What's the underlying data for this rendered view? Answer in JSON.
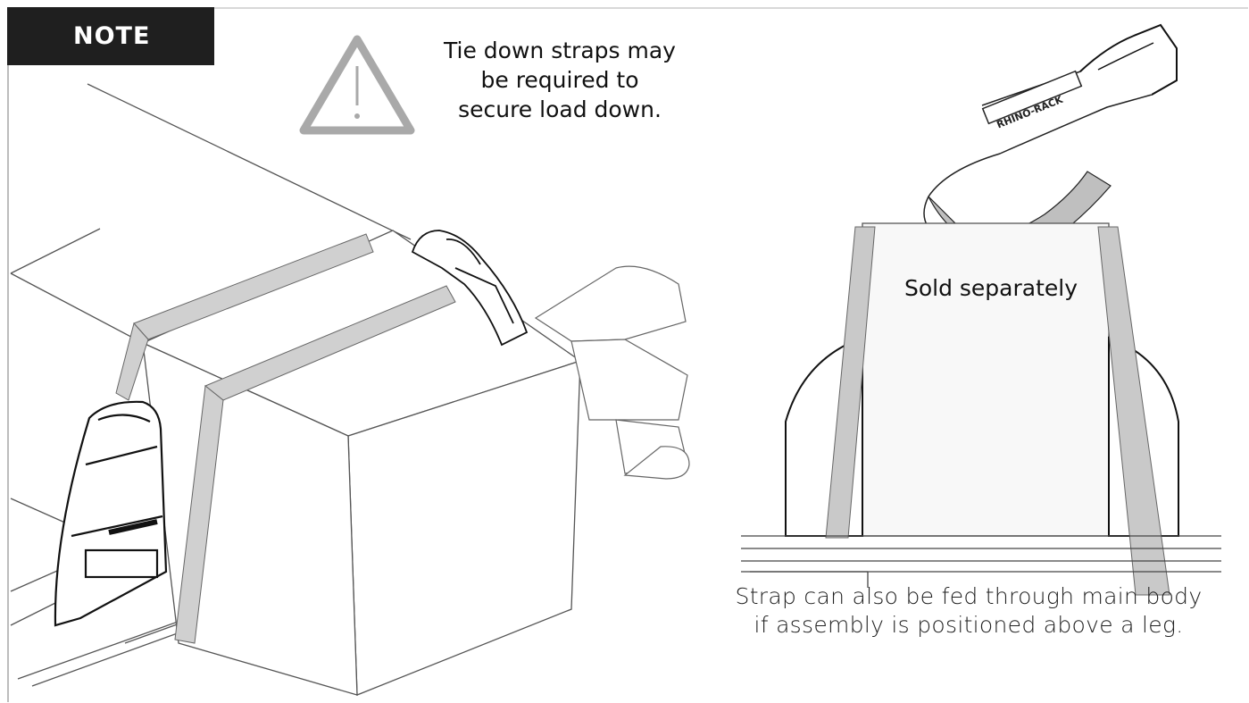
{
  "note": {
    "label": "NOTE"
  },
  "warning": {
    "icon": "warning-triangle-icon",
    "lines": [
      "Tie down straps may",
      "be required to",
      "secure load down."
    ]
  },
  "strap_product": {
    "brand_text": "RHINO-RACK",
    "label": "Sold separately"
  },
  "caption": {
    "lines": [
      "Strap can also be fed through main body",
      "if assembly is positioned above a leg."
    ]
  },
  "colors": {
    "badge": "#1f1f1f",
    "strap": "#c9c9c9",
    "line": "#111111",
    "icon": "#a9a9a9"
  }
}
